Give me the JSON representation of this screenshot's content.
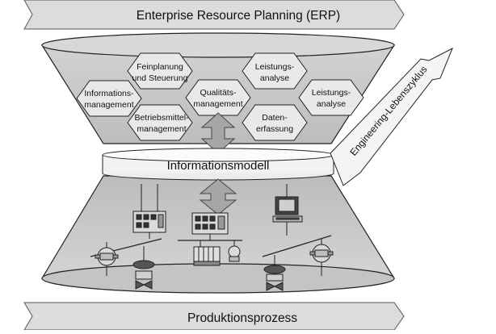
{
  "banner_top": "Enterprise Resource Planning (ERP)",
  "banner_bottom": "Produktionsprozess",
  "information_model": "Informationsmodell",
  "lifecycle_arrow": "Engineering-Lebenszyklus",
  "hexagons": [
    {
      "id": "feinplanung",
      "lines": [
        "Feinplanung",
        "und Steuerung"
      ]
    },
    {
      "id": "informations",
      "lines": [
        "Informations-",
        "management"
      ]
    },
    {
      "id": "qualitaet",
      "lines": [
        "Qualitäts-",
        "management"
      ]
    },
    {
      "id": "leistung1",
      "lines": [
        "Leistungs-",
        "analyse"
      ]
    },
    {
      "id": "leistung2",
      "lines": [
        "Leistungs-",
        "analyse"
      ]
    },
    {
      "id": "betriebsmittel",
      "lines": [
        "Betriebsmittel-",
        "management"
      ]
    },
    {
      "id": "daten",
      "lines": [
        "Daten-",
        "erfassung"
      ]
    }
  ],
  "colors": {
    "banner_fill": "#dcdcdc",
    "funnel_fill": "#c8c8c8",
    "hex_fill": "#e9e9e9",
    "arrow_fill": "#a6a6a6",
    "stroke": "#222222"
  },
  "icons": [
    "controller-icon",
    "controller-icon",
    "computer-terminal-icon",
    "flow-meter-icon",
    "valve-icon",
    "io-module-icon",
    "sensor-icon",
    "valve-icon",
    "flow-meter-icon"
  ]
}
